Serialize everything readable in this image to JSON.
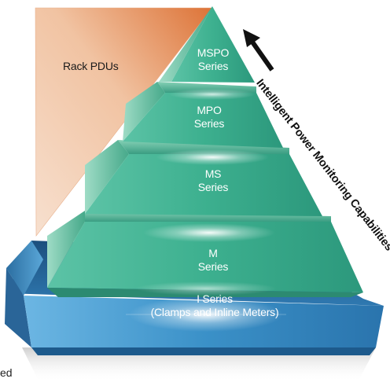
{
  "rack_pdus": {
    "label": "Rack PDUs"
  },
  "tiers": [
    {
      "line1": "MSPO",
      "line2": "Series"
    },
    {
      "line1": "MPO",
      "line2": "Series"
    },
    {
      "line1": "MS",
      "line2": "Series"
    },
    {
      "line1": "M",
      "line2": "Series"
    },
    {
      "line1": "I Series",
      "line2": "(Clamps and Inline Meters)"
    }
  ],
  "arrow": {
    "caption": "Intelligent Power Monitoring Capabilities"
  },
  "corner_fragment": "ed",
  "colors": {
    "rack_fill": "#f3cdb4",
    "rack_top": "#e07b3c",
    "green_tier": "#3fae93",
    "green_dark": "#248b72",
    "blue_base": "#3c8fc4",
    "blue_dark": "#1d5f92"
  }
}
